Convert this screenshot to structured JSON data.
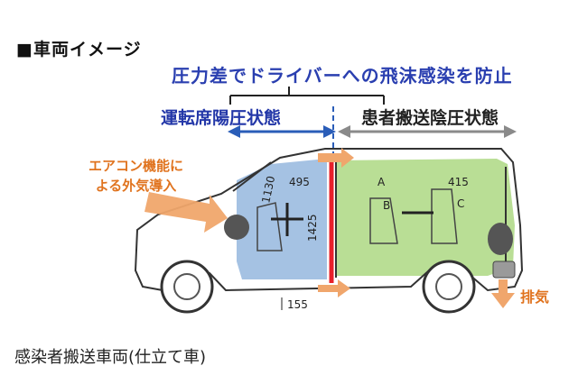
{
  "heading": "■車両イメージ",
  "headline": "圧力差でドライバーへの飛沫感染を防止",
  "zones": {
    "driver_label": "運転席陽圧状態",
    "patient_label": "患者搬送陰圧状態"
  },
  "annotations": {
    "ac_line1": "エアコン機能に",
    "ac_line2": "よる外気導入",
    "exhaust": "排気"
  },
  "dimensions": {
    "d1130": "1130",
    "d495": "495",
    "d1425": "1425",
    "d415": "415",
    "d155": "155",
    "seat_a": "A",
    "seat_b": "B",
    "seat_c": "C"
  },
  "caption": "感染者搬送車両(仕立て車)",
  "colors": {
    "driver_zone": "#8fb3dc",
    "patient_zone": "#a7d67b",
    "partition": "#e8202a",
    "airflow_arrow": "#f0a66c",
    "headline_blue": "#2a3fb0",
    "driver_arrow": "#2a5db8",
    "patient_arrow": "#8a8a8a"
  }
}
